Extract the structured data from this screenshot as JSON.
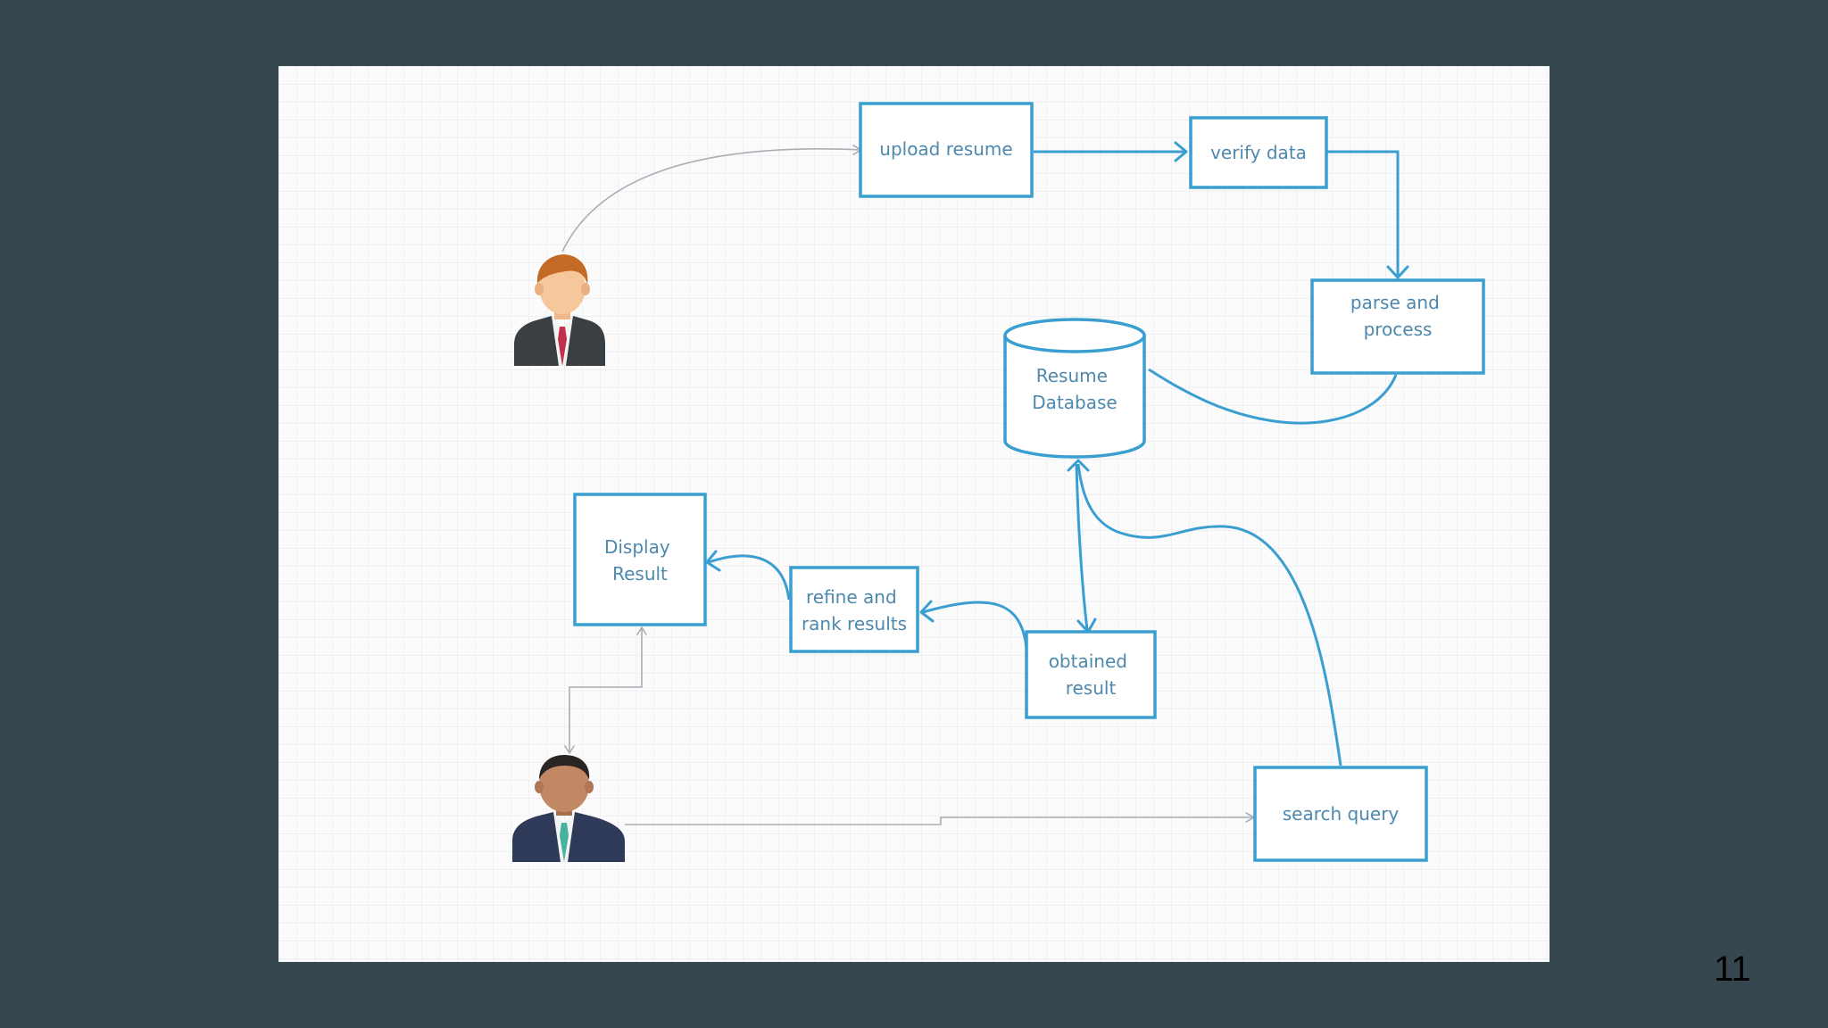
{
  "slide": {
    "page_number": "11"
  },
  "colors": {
    "background": "#37474f",
    "accent": "#3a9fd0",
    "connector": "#a9aeb4",
    "node_text": "#4e88ad"
  },
  "diagram": {
    "nodes": {
      "upload_resume": [
        "upload resume"
      ],
      "verify_data": [
        "verify data"
      ],
      "parse_process": [
        "parse and",
        "process"
      ],
      "resume_database": [
        "Resume",
        "Database"
      ],
      "display_result": [
        "Display",
        "Result"
      ],
      "refine_rank": [
        "refine and",
        "rank results"
      ],
      "obtained_result": [
        "obtained",
        "result"
      ],
      "search_query": [
        "search query"
      ]
    },
    "actors": {
      "uploader": "person-icon",
      "searcher": "person-icon"
    }
  }
}
